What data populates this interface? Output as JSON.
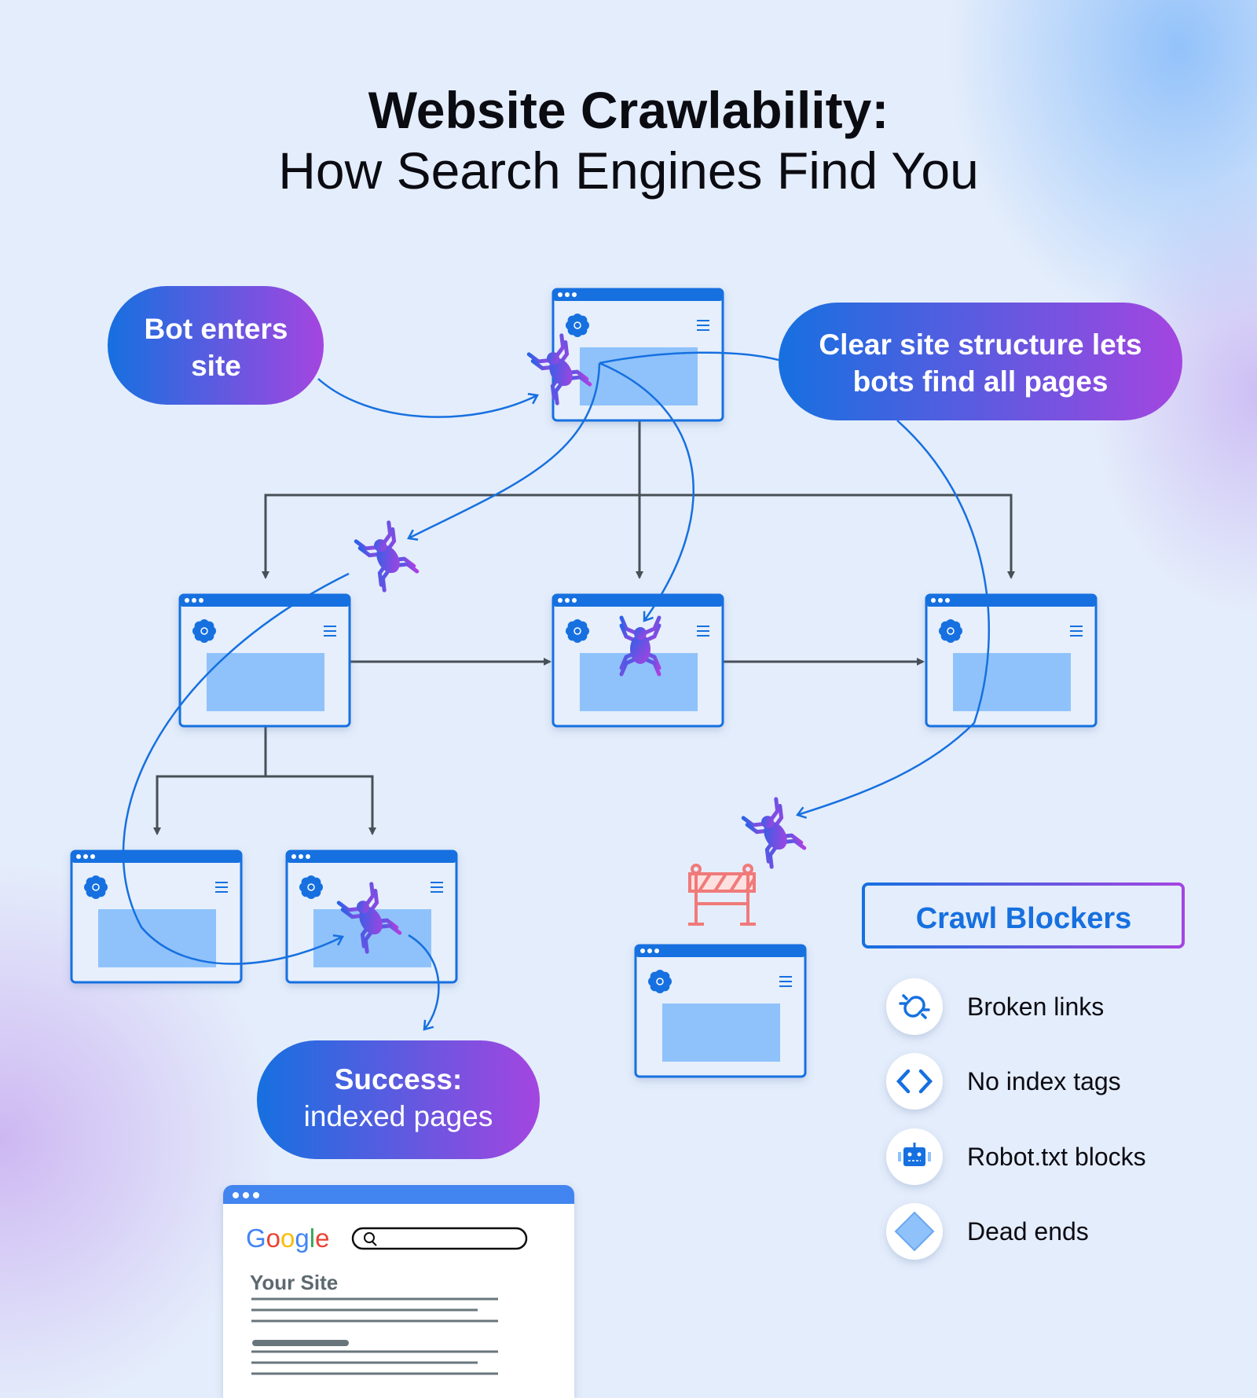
{
  "title": {
    "line1": "Website Crawlability:",
    "line2": "How Search Engines Find You"
  },
  "callouts": {
    "bot_enters": [
      "Bot enters",
      "site"
    ],
    "clear_structure": [
      "Clear site structure lets",
      "bots find all pages"
    ],
    "success": {
      "bold": "Success:",
      "regular": "indexed pages"
    }
  },
  "crawl_blockers": {
    "heading": "Crawl Blockers",
    "items": [
      {
        "label": "Broken links",
        "icon": "broken-link-icon"
      },
      {
        "label": "No index tags",
        "icon": "code-brackets-icon"
      },
      {
        "label": "Robot.txt blocks",
        "icon": "robot-icon"
      },
      {
        "label": "Dead ends",
        "icon": "diamond-icon"
      }
    ]
  },
  "search_result": {
    "logo": "Google",
    "result_title": "Your Site"
  },
  "colors": {
    "blue": "#1670e0",
    "purple": "#a445e0",
    "panel": "#8fc2fb",
    "connector": "#474f57"
  }
}
